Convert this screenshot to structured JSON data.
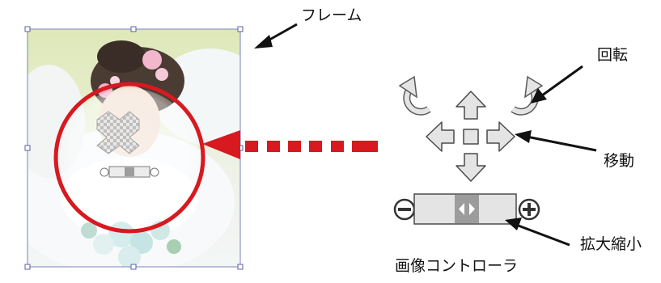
{
  "labels": {
    "frame": "フレーム",
    "rotate": "回転",
    "move": "移動",
    "zoom": "拡大縮小",
    "controller": "画像コントローラ"
  },
  "colors": {
    "highlight_red": "#d71920",
    "frame_line": "#7b82c2",
    "control_fill": "#e4e4e4",
    "control_stroke": "#4a4a4a"
  },
  "icons": [
    "rotate-left-icon",
    "rotate-right-icon",
    "move-up-arrow-icon",
    "move-down-arrow-icon",
    "move-left-arrow-icon",
    "move-right-arrow-icon",
    "center-square-icon",
    "zoom-minus-icon",
    "zoom-plus-icon"
  ]
}
